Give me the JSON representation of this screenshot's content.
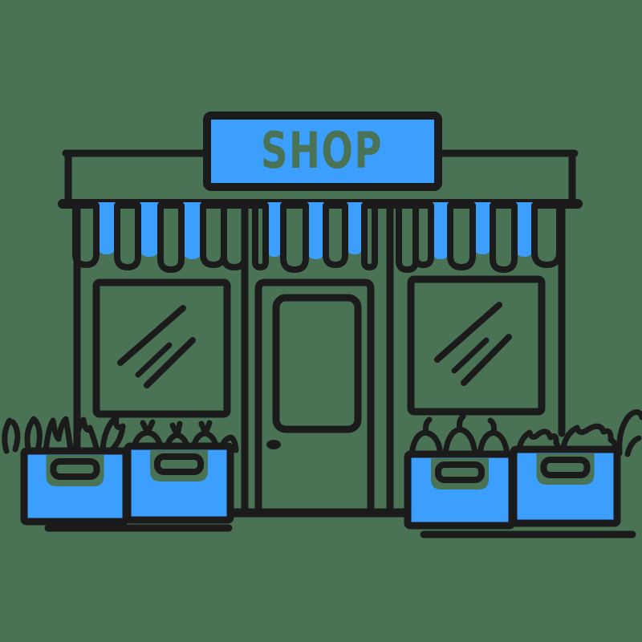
{
  "title": "Hand-drawn shop storefront illustration",
  "colors": {
    "background": "#4A7355",
    "ink": "#1B1B1B",
    "accent_blue": "#3C9FFD",
    "sign_text": "#4A7355"
  },
  "sign": {
    "label": "SHOP"
  },
  "awning": {
    "sections": 3,
    "blue_stripes_per_section": 3,
    "style": "scalloped stripes, alternating blue and open"
  },
  "windows": {
    "count": 2,
    "shine_lines_per_window": 3
  },
  "door": {
    "has_window": true,
    "has_handle": true
  },
  "crates": {
    "count": 4,
    "left_group": 2,
    "right_group": 2,
    "fill_color": "#3C9FFD",
    "produce": [
      "leafy greens",
      "sprouting root vegetables",
      "apples with stems",
      "lettuce heads"
    ]
  }
}
